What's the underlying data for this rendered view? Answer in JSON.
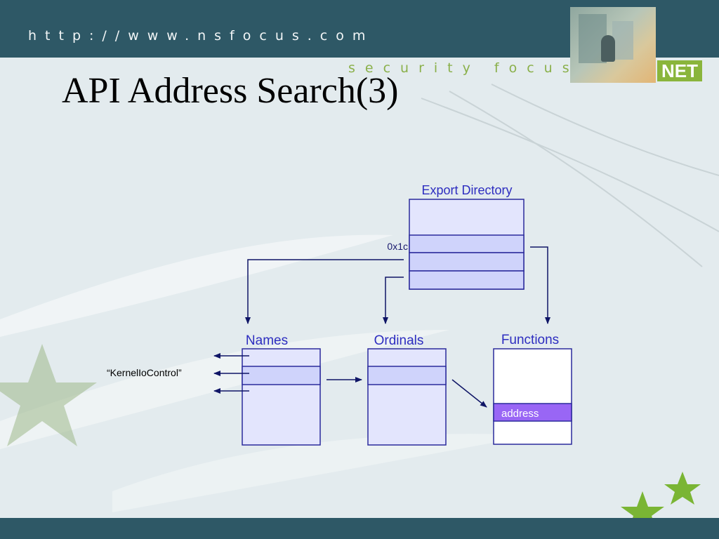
{
  "header": {
    "url": "http://www.nsfocus.com",
    "tagline": "security focus",
    "logo": "NET"
  },
  "slide": {
    "title": "API Address Search(3)"
  },
  "diagram": {
    "export_directory_label": "Export Directory",
    "offset_label": "0x1c",
    "names_label": "Names",
    "ordinals_label": "Ordinals",
    "functions_label": "Functions",
    "function_name": "“KernelIoControl”",
    "address_label": "address"
  },
  "colors": {
    "bar": "#2e5866",
    "accent_green": "#8ab53c",
    "box_fill": "#e3e5fd",
    "row_fill": "#cfd3fb",
    "box_border": "#2b2b9c",
    "arrow": "#0f1566",
    "address_fill": "#9966f5"
  }
}
